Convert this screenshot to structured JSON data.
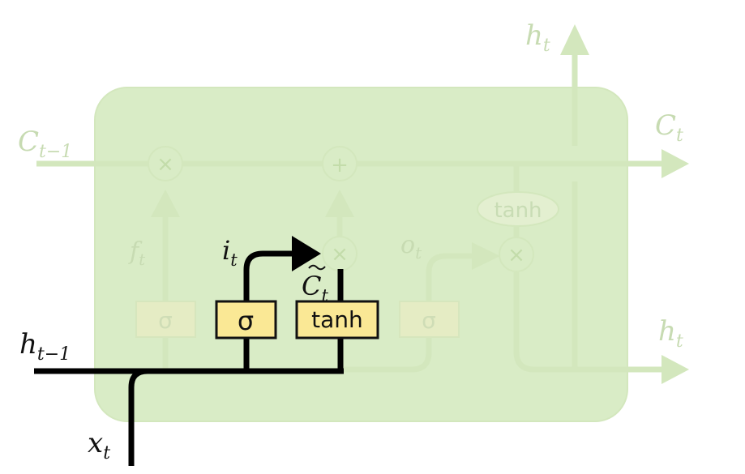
{
  "labels": {
    "c_prev": {
      "main": "C",
      "sub": "t−1"
    },
    "c_t": {
      "main": "C",
      "sub": "t"
    },
    "h_top": {
      "main": "h",
      "sub": "t"
    },
    "h_out": {
      "main": "h",
      "sub": "t"
    },
    "h_prev": {
      "main": "h",
      "sub": "t−1"
    },
    "x_t": {
      "main": "x",
      "sub": "t"
    },
    "f_t": {
      "main": "f",
      "sub": "t"
    },
    "i_t": {
      "main": "i",
      "sub": "t"
    },
    "o_t": {
      "main": "o",
      "sub": "t"
    },
    "c_tilde": {
      "main": "C",
      "sub": "t"
    }
  },
  "gates": {
    "forget": "σ",
    "input": "σ",
    "candidate": "tanh",
    "output": "σ",
    "cell_tanh": "tanh"
  },
  "operators": {
    "forget_mult": "×",
    "cell_add": "+",
    "input_mult": "×",
    "output_mult": "×"
  },
  "colors": {
    "background": "#ffffff",
    "cell_fill": "#d9ecc6",
    "faded_stroke": "#d3e7bd",
    "highlight_box": "#fae895",
    "highlight_line": "#000000"
  }
}
